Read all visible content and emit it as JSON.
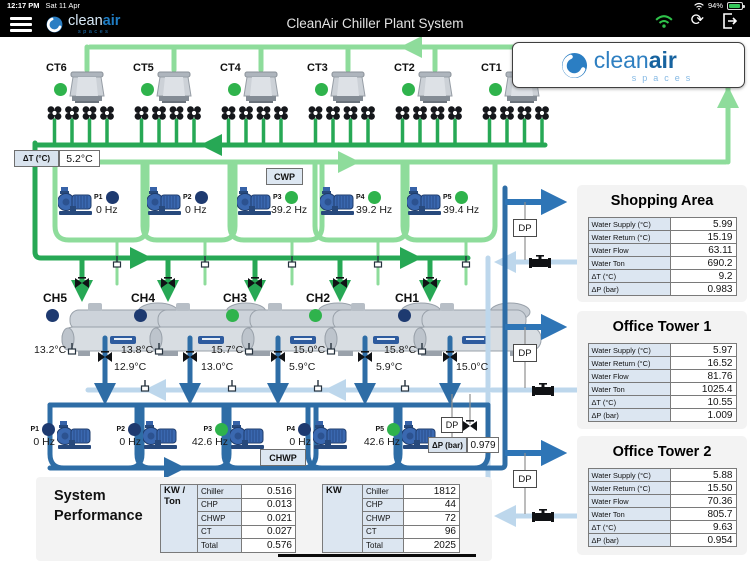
{
  "colors": {
    "running": "#2fb34c",
    "stopped": "#1e3a70",
    "pipe_dark_green": "#27a855",
    "pipe_light_green": "#8edc9b",
    "pipe_dark_blue": "#2e6da6",
    "pipe_light_blue": "#bdd7ec",
    "zone_arrow_blue": "#2e75b6",
    "brand_blue": "#1f7dc4"
  },
  "status_bar": {
    "time": "12:17 PM",
    "date": "Sat 11 Apr",
    "battery": "94%"
  },
  "header": {
    "title": "CleanAir Chiller Plant System",
    "brand": {
      "clean": "clean",
      "air": "air",
      "spaces": "spaces"
    }
  },
  "logo_card": {
    "clean": "clean",
    "air": "air",
    "spaces": "spaces"
  },
  "labels": {
    "delta_t_label": "ΔT (°C)",
    "delta_t_value": "5.2°C",
    "cwp": "CWP",
    "chwp": "CHWP",
    "dp": "DP",
    "delta_p_label": "ΔP (bar)",
    "delta_p_value": "0.979"
  },
  "cooling_towers": [
    {
      "id": "CT6",
      "status": "running"
    },
    {
      "id": "CT5",
      "status": "running"
    },
    {
      "id": "CT4",
      "status": "running"
    },
    {
      "id": "CT3",
      "status": "running"
    },
    {
      "id": "CT2",
      "status": "running"
    },
    {
      "id": "CT1",
      "status": "running"
    }
  ],
  "cwp_pumps": [
    {
      "id": "P1",
      "hz": "0 Hz",
      "status": "stopped"
    },
    {
      "id": "P2",
      "hz": "0 Hz",
      "status": "stopped"
    },
    {
      "id": "P3",
      "hz": "39.2 Hz",
      "status": "running"
    },
    {
      "id": "P4",
      "hz": "39.2 Hz",
      "status": "running"
    },
    {
      "id": "P5",
      "hz": "39.4 Hz",
      "status": "running"
    }
  ],
  "chillers": [
    {
      "id": "CH5",
      "status": "stopped",
      "temp_in": "13.2°C",
      "temp_out": "12.9°C"
    },
    {
      "id": "CH4",
      "status": "stopped",
      "temp_in": "13.8°C",
      "temp_out": "13.0°C"
    },
    {
      "id": "CH3",
      "status": "running",
      "temp_in": "15.7°C",
      "temp_out": "5.9°C"
    },
    {
      "id": "CH2",
      "status": "running",
      "temp_in": "15.0°C",
      "temp_out": "5.9°C"
    },
    {
      "id": "CH1",
      "status": "stopped",
      "temp_in": "15.8°C",
      "temp_out": "15.0°C"
    }
  ],
  "chwp_pumps": [
    {
      "id": "P1",
      "hz": "0 Hz",
      "status": "stopped"
    },
    {
      "id": "P2",
      "hz": "0 Hz",
      "status": "stopped"
    },
    {
      "id": "P3",
      "hz": "42.6 Hz",
      "status": "running"
    },
    {
      "id": "P4",
      "hz": "0 Hz",
      "status": "stopped"
    },
    {
      "id": "P5",
      "hz": "42.6 Hz",
      "status": "running"
    }
  ],
  "zones": [
    {
      "title": "Shopping Area",
      "rows": [
        [
          "Water Supply (°C)",
          "5.99"
        ],
        [
          "Water Return (°C)",
          "15.19"
        ],
        [
          "Water Flow",
          "63.11"
        ],
        [
          "Water Ton",
          "690.2"
        ],
        [
          "ΔT (°C)",
          "9.2"
        ],
        [
          "ΔP (bar)",
          "0.983"
        ]
      ]
    },
    {
      "title": "Office Tower 1",
      "rows": [
        [
          "Water Supply (°C)",
          "5.97"
        ],
        [
          "Water Return (°C)",
          "16.52"
        ],
        [
          "Water Flow",
          "81.76"
        ],
        [
          "Water Ton",
          "1025.4"
        ],
        [
          "ΔT (°C)",
          "10.55"
        ],
        [
          "ΔP (bar)",
          "1.009"
        ]
      ]
    },
    {
      "title": "Office Tower 2",
      "rows": [
        [
          "Water Supply (°C)",
          "5.88"
        ],
        [
          "Water Return (°C)",
          "15.50"
        ],
        [
          "Water Flow",
          "70.36"
        ],
        [
          "Water Ton",
          "805.7"
        ],
        [
          "ΔT (°C)",
          "9.63"
        ],
        [
          "ΔP (bar)",
          "0.954"
        ]
      ]
    }
  ],
  "system_performance": {
    "title": "System Performance",
    "kw_per_ton": {
      "header": "KW / Ton",
      "rows": [
        [
          "Chiller",
          "0.516"
        ],
        [
          "CHP",
          "0.013"
        ],
        [
          "CHWP",
          "0.021"
        ],
        [
          "CT",
          "0.027"
        ],
        [
          "Total",
          "0.576"
        ]
      ]
    },
    "kw": {
      "header": "KW",
      "rows": [
        [
          "Chiller",
          "1812"
        ],
        [
          "CHP",
          "44"
        ],
        [
          "CHWP",
          "72"
        ],
        [
          "CT",
          "96"
        ],
        [
          "Total",
          "2025"
        ]
      ]
    }
  }
}
